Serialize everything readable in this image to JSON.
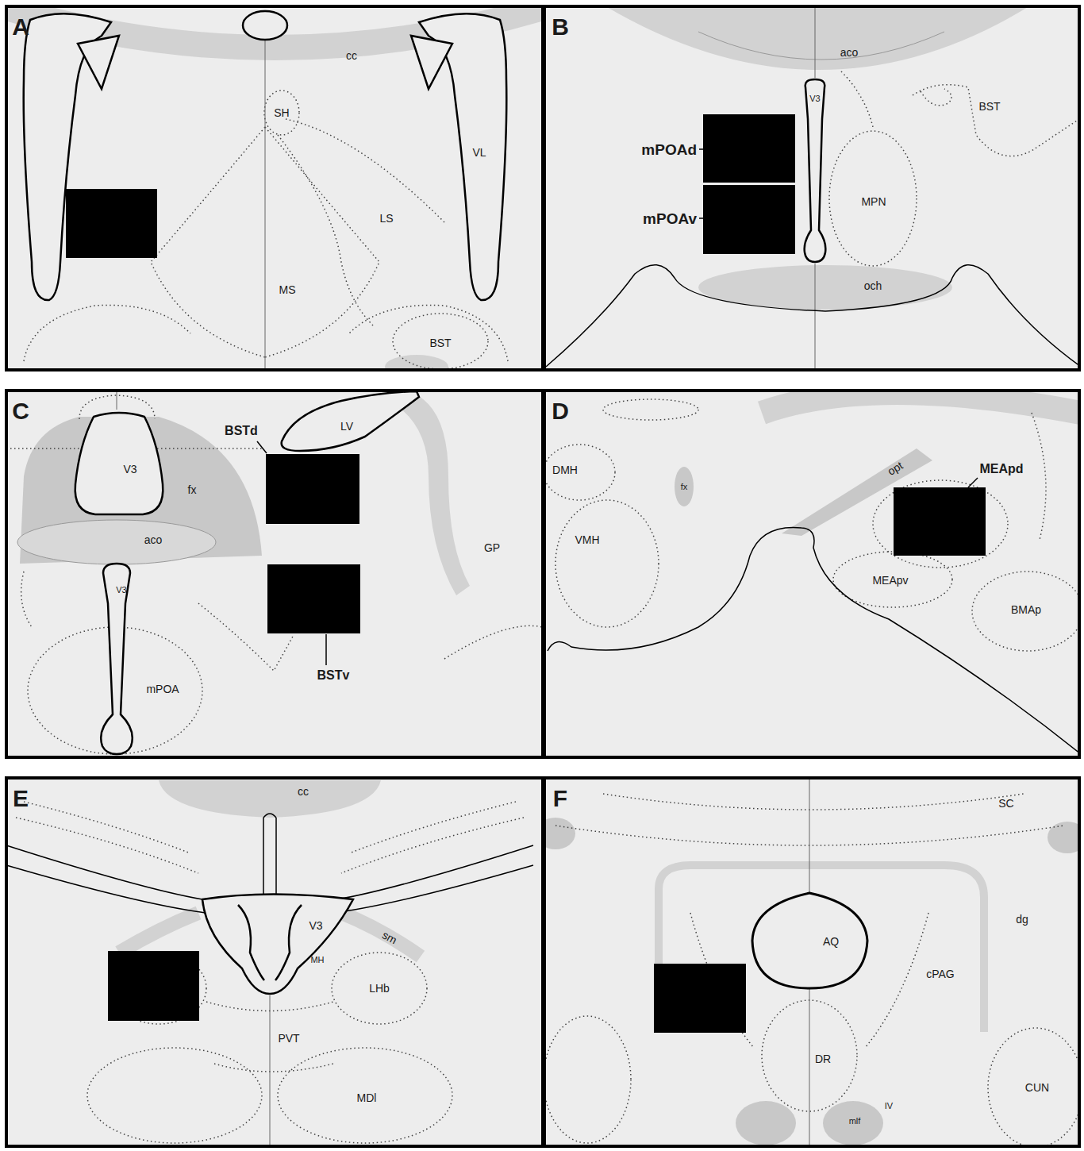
{
  "diagram": {
    "nodes": [
      {
        "text": [
          "A",
          "cc",
          "SH",
          "VL",
          "LS",
          "MS",
          "BST"
        ]
      },
      {
        "text": [
          "B",
          "aco",
          "V3",
          "BST",
          "mPOAd",
          "MPN",
          "mPOAv",
          "och"
        ]
      },
      {
        "text": [
          "C",
          "BSTd",
          "LV",
          "V3",
          "fx",
          "aco",
          "GP",
          "V3",
          "mPOA",
          "BSTv"
        ]
      },
      {
        "text": [
          "D",
          "DMH",
          "fx",
          "opt",
          "MEApd",
          "VMH",
          "MEApv",
          "BMAp"
        ]
      },
      {
        "text": [
          "E",
          "cc",
          "V3",
          "sm",
          "MH",
          "LHb",
          "PVT",
          "MDl"
        ]
      },
      {
        "text": [
          "F",
          "SC",
          "dg",
          "AQ",
          "cPAG",
          "DR",
          "IV",
          "mlf",
          "CUN"
        ]
      }
    ]
  }
}
